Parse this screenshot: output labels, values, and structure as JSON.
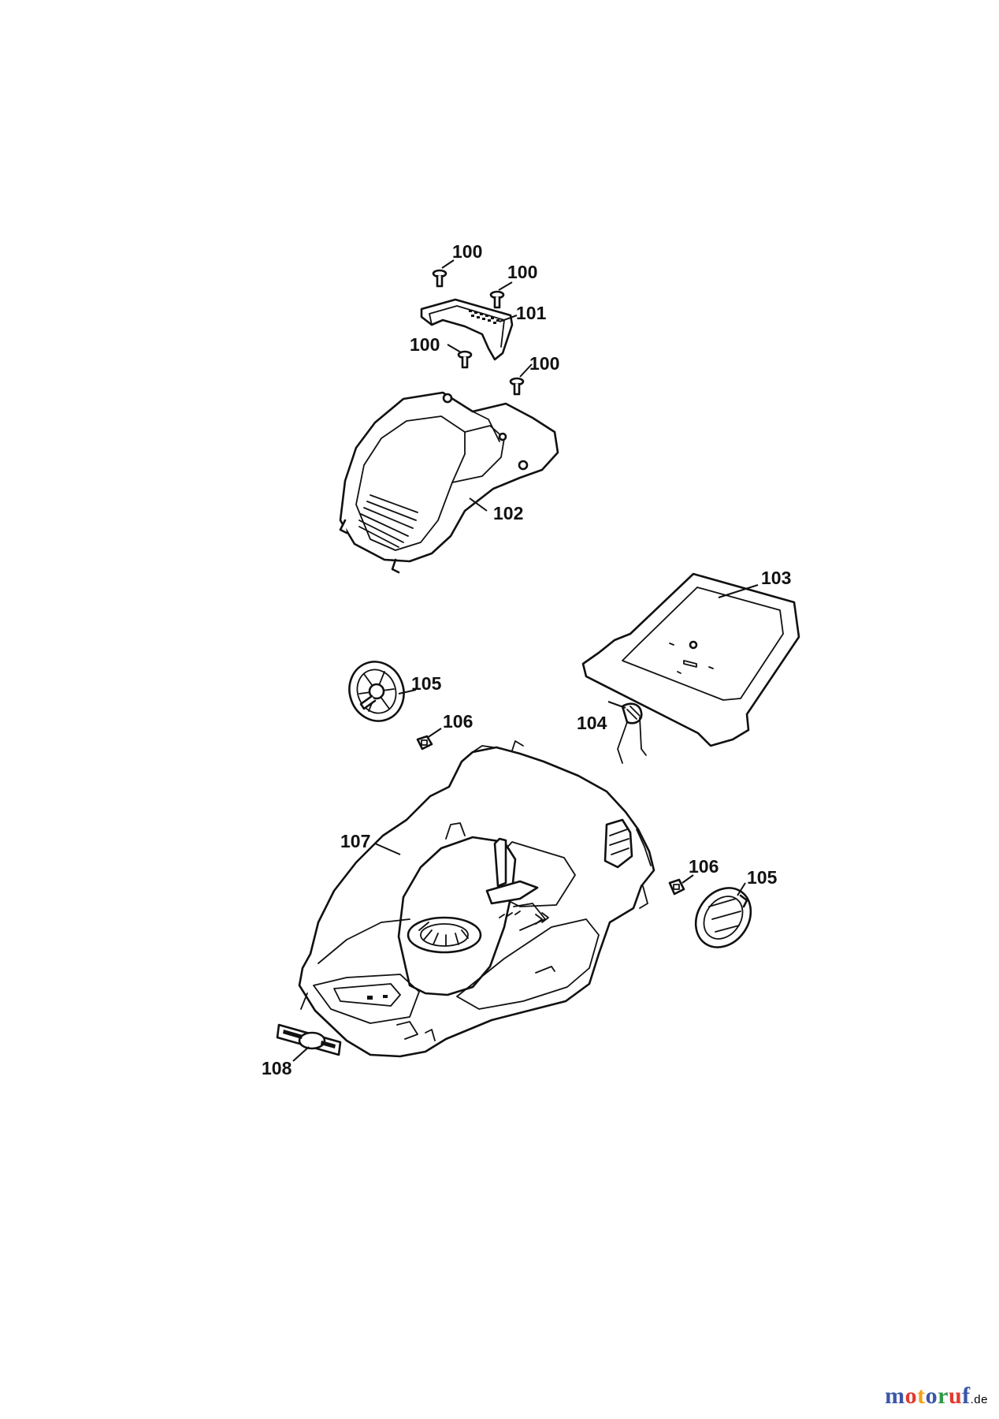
{
  "labels": {
    "l100a": "100",
    "l100b": "100",
    "l101": "101",
    "l100c": "100",
    "l100d": "100",
    "l102": "102",
    "l103": "103",
    "l105a": "105",
    "l106a": "106",
    "l104": "104",
    "l107": "107",
    "l106b": "106",
    "l105b": "105",
    "l108": "108"
  },
  "watermark": {
    "letters": [
      {
        "ch": "m",
        "color": "#3a56a8"
      },
      {
        "ch": "o",
        "color": "#e03a2f"
      },
      {
        "ch": "t",
        "color": "#f2a21a"
      },
      {
        "ch": "o",
        "color": "#3a56a8"
      },
      {
        "ch": "r",
        "color": "#2e9a48"
      },
      {
        "ch": "u",
        "color": "#e03a2f"
      },
      {
        "ch": "f",
        "color": "#3a56a8"
      }
    ],
    "tld": ".de"
  }
}
